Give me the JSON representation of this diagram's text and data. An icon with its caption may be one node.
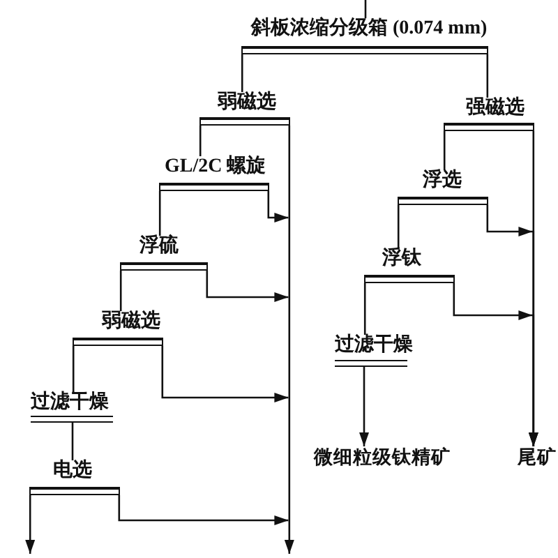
{
  "diagram": {
    "nodes": [
      {
        "text": [
          "斜板浓缩分级箱 (0.074 mm)"
        ]
      },
      {
        "text": [
          "弱磁选"
        ]
      },
      {
        "text": [
          "强磁选"
        ]
      },
      {
        "text": [
          "GL/2C 螺旋"
        ]
      },
      {
        "text": [
          "浮选"
        ]
      },
      {
        "text": [
          "浮硫"
        ]
      },
      {
        "text": [
          "浮钛"
        ]
      },
      {
        "text": [
          "弱磁选"
        ]
      },
      {
        "text": [
          "过滤干燥"
        ]
      },
      {
        "text": [
          "过滤干燥"
        ]
      },
      {
        "text": [
          "微细粒级钛精矿"
        ]
      },
      {
        "text": [
          "尾矿"
        ]
      },
      {
        "text": [
          "电选"
        ]
      }
    ],
    "edges": [
      {
        "from": null,
        "to": 0,
        "arrow": "none"
      },
      {
        "from": 0,
        "to": 1,
        "arrow": "none"
      },
      {
        "from": 0,
        "to": 2,
        "arrow": "none"
      },
      {
        "from": 1,
        "to": 3,
        "arrow": "none"
      },
      {
        "from": 1,
        "to": null,
        "arrow": "to"
      },
      {
        "from": 2,
        "to": 4,
        "arrow": "none"
      },
      {
        "from": 2,
        "to": 11,
        "arrow": "to"
      },
      {
        "from": 3,
        "to": 5,
        "arrow": "none"
      },
      {
        "from": 3,
        "to": null,
        "arrow": "to"
      },
      {
        "from": 4,
        "to": 6,
        "arrow": "none"
      },
      {
        "from": 4,
        "to": 11,
        "arrow": "to"
      },
      {
        "from": 5,
        "to": 7,
        "arrow": "none"
      },
      {
        "from": 5,
        "to": null,
        "arrow": "to"
      },
      {
        "from": 6,
        "to": 8,
        "arrow": "none"
      },
      {
        "from": 6,
        "to": 11,
        "arrow": "to"
      },
      {
        "from": 7,
        "to": 9,
        "arrow": "none"
      },
      {
        "from": 7,
        "to": null,
        "arrow": "to"
      },
      {
        "from": 8,
        "to": 10,
        "arrow": "to"
      },
      {
        "from": 9,
        "to": 12,
        "arrow": "none"
      },
      {
        "from": 12,
        "to": null,
        "arrow": "to"
      },
      {
        "from": 12,
        "to": null,
        "arrow": "to"
      }
    ]
  }
}
